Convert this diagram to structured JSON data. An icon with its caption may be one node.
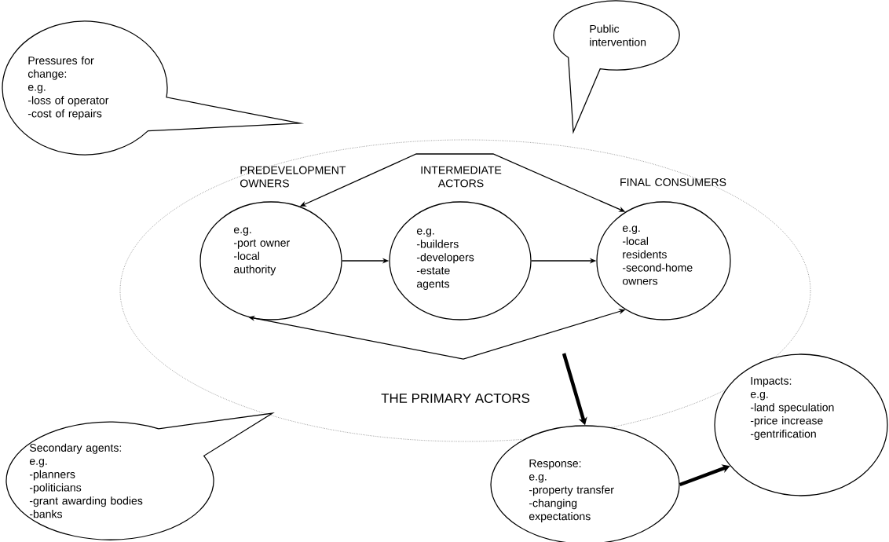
{
  "diagram": {
    "nodes": [
      {
        "text": [
          "THE PRIMARY ACTORS"
        ]
      },
      {
        "text": [
          "Pressures for change:",
          "e.g.",
          "-loss of operator",
          "-cost of repairs"
        ]
      },
      {
        "text": [
          "Public intervention"
        ]
      },
      {
        "text": [
          "PREDEVELOPMENT OWNERS",
          "e.g.",
          "-port owner",
          "-local authority"
        ],
        "in": 0
      },
      {
        "text": [
          "INTERMEDIATE ACTORS",
          "e.g.",
          "-builders",
          "-developers",
          "-estate agents"
        ],
        "in": 0
      },
      {
        "text": [
          "FINAL CONSUMERS",
          "e.g.",
          "-local residents",
          "-second-home owners"
        ],
        "in": 0
      },
      {
        "text": [
          "Secondary agents:",
          "e.g.",
          "-planners",
          "-politicians",
          "-grant awarding bodies",
          "-banks"
        ]
      },
      {
        "text": [
          "Response:",
          "e.g.",
          "-property transfer",
          "-changing expectations"
        ]
      },
      {
        "text": [
          "Impacts:",
          "e.g.",
          "-land speculation",
          "-price increase",
          "-gentrification"
        ]
      }
    ],
    "edges": [
      {
        "from": 3,
        "to": 4,
        "arrow": "to"
      },
      {
        "from": 4,
        "to": 5,
        "arrow": "to"
      },
      {
        "from": 3,
        "to": 5,
        "arrow": "both"
      },
      {
        "from": 3,
        "to": 5,
        "arrow": "both"
      },
      {
        "from": null,
        "to": 7,
        "arrow": "to",
        "style": "thick"
      },
      {
        "from": 7,
        "to": 8,
        "arrow": "to",
        "style": "thick"
      }
    ]
  }
}
